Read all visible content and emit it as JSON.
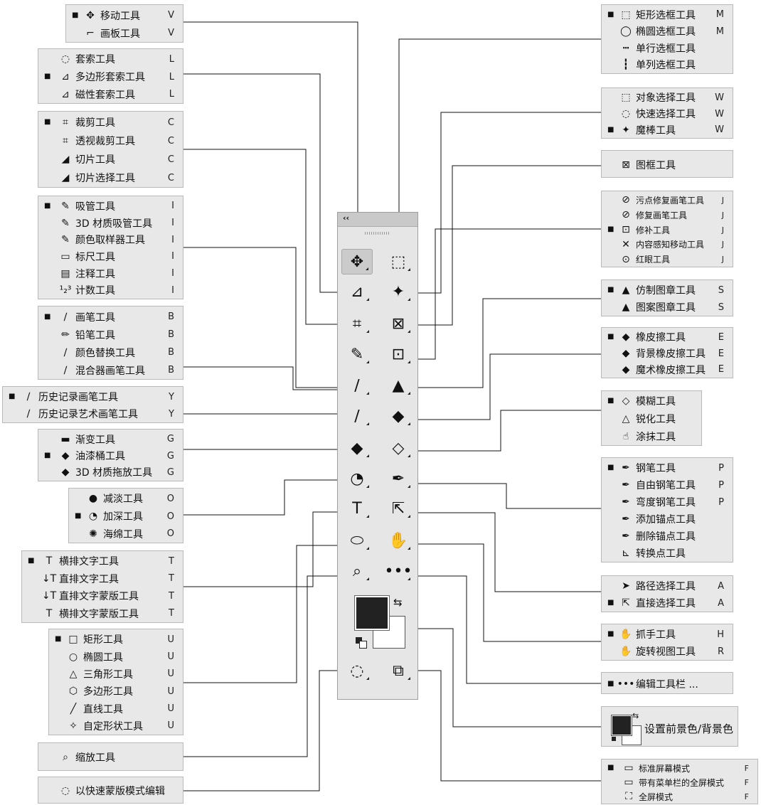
{
  "groups": {
    "move": {
      "items": [
        {
          "icon": "✥",
          "label": "移动工具",
          "key": "V",
          "active": true
        },
        {
          "icon": "⌐",
          "label": "画板工具",
          "key": "V"
        }
      ]
    },
    "lasso": {
      "items": [
        {
          "icon": "◌",
          "label": "套索工具",
          "key": "L"
        },
        {
          "icon": "⊿",
          "label": "多边形套索工具",
          "key": "L",
          "active": true
        },
        {
          "icon": "⊿",
          "label": "磁性套索工具",
          "key": "L"
        }
      ]
    },
    "crop": {
      "items": [
        {
          "icon": "⌗",
          "label": "裁剪工具",
          "key": "C",
          "active": true
        },
        {
          "icon": "⌗",
          "label": "透视裁剪工具",
          "key": "C"
        },
        {
          "icon": "◢",
          "label": "切片工具",
          "key": "C"
        },
        {
          "icon": "◢",
          "label": "切片选择工具",
          "key": "C"
        }
      ]
    },
    "eyedrop": {
      "items": [
        {
          "icon": "✎",
          "label": "吸管工具",
          "key": "I",
          "active": true
        },
        {
          "icon": "✎",
          "label": "3D 材质吸管工具",
          "key": "I"
        },
        {
          "icon": "✎",
          "label": "颜色取样器工具",
          "key": "I"
        },
        {
          "icon": "▭",
          "label": "标尺工具",
          "key": "I"
        },
        {
          "icon": "▤",
          "label": "注释工具",
          "key": "I"
        },
        {
          "icon": "¹₂³",
          "label": "计数工具",
          "key": "I"
        }
      ]
    },
    "brush": {
      "items": [
        {
          "icon": "∕",
          "label": "画笔工具",
          "key": "B",
          "active": true
        },
        {
          "icon": "✏",
          "label": "铅笔工具",
          "key": "B"
        },
        {
          "icon": "∕",
          "label": "颜色替换工具",
          "key": "B"
        },
        {
          "icon": "∕",
          "label": "混合器画笔工具",
          "key": "B"
        }
      ]
    },
    "history": {
      "items": [
        {
          "icon": "∕",
          "label": "历史记录画笔工具",
          "key": "Y",
          "active": true
        },
        {
          "icon": "∕",
          "label": "历史记录艺术画笔工具",
          "key": "Y"
        }
      ]
    },
    "gradient": {
      "items": [
        {
          "icon": "▬",
          "label": "渐变工具",
          "key": "G"
        },
        {
          "icon": "◆",
          "label": "油漆桶工具",
          "key": "G",
          "active": true
        },
        {
          "icon": "◆",
          "label": "3D 材质拖放工具",
          "key": "G"
        }
      ]
    },
    "dodge": {
      "items": [
        {
          "icon": "●",
          "label": "减淡工具",
          "key": "O"
        },
        {
          "icon": "◔",
          "label": "加深工具",
          "key": "O",
          "active": true
        },
        {
          "icon": "✺",
          "label": "海绵工具",
          "key": "O"
        }
      ]
    },
    "type": {
      "items": [
        {
          "icon": "T",
          "label": "横排文字工具",
          "key": "T",
          "active": true
        },
        {
          "icon": "↓T",
          "label": "直排文字工具",
          "key": "T"
        },
        {
          "icon": "↓T",
          "label": "直排文字蒙版工具",
          "key": "T"
        },
        {
          "icon": "T",
          "label": "横排文字蒙版工具",
          "key": "T"
        }
      ]
    },
    "shape": {
      "items": [
        {
          "icon": "□",
          "label": "矩形工具",
          "key": "U",
          "active": true
        },
        {
          "icon": "○",
          "label": "椭圆工具",
          "key": "U"
        },
        {
          "icon": "△",
          "label": "三角形工具",
          "key": "U"
        },
        {
          "icon": "⬡",
          "label": "多边形工具",
          "key": "U"
        },
        {
          "icon": "╱",
          "label": "直线工具",
          "key": "U"
        },
        {
          "icon": "✧",
          "label": "自定形状工具",
          "key": "U"
        }
      ]
    },
    "zoom": {
      "items": [
        {
          "icon": "⌕",
          "label": "缩放工具"
        }
      ]
    },
    "qmask": {
      "items": [
        {
          "icon": "◌",
          "label": "以快速蒙版模式编辑"
        }
      ]
    },
    "marquee": {
      "items": [
        {
          "icon": "⬚",
          "label": "矩形选框工具",
          "key": "M",
          "active": true
        },
        {
          "icon": "◯",
          "label": "椭圆选框工具",
          "key": "M"
        },
        {
          "icon": "┅",
          "label": "单行选框工具"
        },
        {
          "icon": "┇",
          "label": "单列选框工具"
        }
      ]
    },
    "select": {
      "items": [
        {
          "icon": "⬚",
          "label": "对象选择工具",
          "key": "W"
        },
        {
          "icon": "◌",
          "label": "快速选择工具",
          "key": "W"
        },
        {
          "icon": "✦",
          "label": "魔棒工具",
          "key": "W",
          "active": true
        }
      ]
    },
    "frame": {
      "items": [
        {
          "icon": "⊠",
          "label": "图框工具"
        }
      ]
    },
    "heal": {
      "items": [
        {
          "icon": "⊘",
          "label": "污点修复画笔工具",
          "key": "J"
        },
        {
          "icon": "⊘",
          "label": "修复画笔工具",
          "key": "J"
        },
        {
          "icon": "⊡",
          "label": "修补工具",
          "key": "J",
          "active": true
        },
        {
          "icon": "✕",
          "label": "内容感知移动工具",
          "key": "J"
        },
        {
          "icon": "⊙",
          "label": "红眼工具",
          "key": "J"
        }
      ]
    },
    "stamp": {
      "items": [
        {
          "icon": "▲",
          "label": "仿制图章工具",
          "key": "S",
          "active": true
        },
        {
          "icon": "▲",
          "label": "图案图章工具",
          "key": "S"
        }
      ]
    },
    "eraser": {
      "items": [
        {
          "icon": "◆",
          "label": "橡皮擦工具",
          "key": "E",
          "active": true
        },
        {
          "icon": "◆",
          "label": "背景橡皮擦工具",
          "key": "E"
        },
        {
          "icon": "◆",
          "label": "魔术橡皮擦工具",
          "key": "E"
        }
      ]
    },
    "blur": {
      "items": [
        {
          "icon": "◇",
          "label": "模糊工具",
          "active": true
        },
        {
          "icon": "△",
          "label": "锐化工具"
        },
        {
          "icon": "☝",
          "label": "涂抹工具"
        }
      ]
    },
    "pen": {
      "items": [
        {
          "icon": "✒",
          "label": "钢笔工具",
          "key": "P",
          "active": true
        },
        {
          "icon": "✒",
          "label": "自由钢笔工具",
          "key": "P"
        },
        {
          "icon": "✒",
          "label": "弯度钢笔工具",
          "key": "P"
        },
        {
          "icon": "✒",
          "label": "添加锚点工具"
        },
        {
          "icon": "✒",
          "label": "删除锚点工具"
        },
        {
          "icon": "⊾",
          "label": "转换点工具"
        }
      ]
    },
    "path": {
      "items": [
        {
          "icon": "➤",
          "label": "路径选择工具",
          "key": "A"
        },
        {
          "icon": "⇱",
          "label": "直接选择工具",
          "key": "A",
          "active": true
        }
      ]
    },
    "hand": {
      "items": [
        {
          "icon": "✋",
          "label": "抓手工具",
          "key": "H",
          "active": true
        },
        {
          "icon": "✋",
          "label": "旋转视图工具",
          "key": "R"
        }
      ]
    },
    "edit": {
      "items": [
        {
          "icon": "•••",
          "label": "编辑工具栏 ...",
          "active": true
        }
      ]
    },
    "colors": {
      "label": "设置前景色/背景色"
    },
    "screen": {
      "items": [
        {
          "icon": "▭",
          "label": "标准屏幕模式",
          "key": "F",
          "active": true
        },
        {
          "icon": "▭",
          "label": "带有菜单栏的全屏模式",
          "key": "F"
        },
        {
          "icon": "⛶",
          "label": "全屏模式",
          "key": "F"
        }
      ]
    }
  },
  "toolbar": {
    "collapse_label": "‹‹",
    "tools": [
      {
        "icon": "✥"
      },
      {
        "icon": "⬚"
      },
      {
        "icon": "⊿"
      },
      {
        "icon": "✦"
      },
      {
        "icon": "⌗"
      },
      {
        "icon": "⊠"
      },
      {
        "icon": "✎"
      },
      {
        "icon": "⊡"
      },
      {
        "icon": "∕"
      },
      {
        "icon": "▲"
      },
      {
        "icon": "∕"
      },
      {
        "icon": "◆"
      },
      {
        "icon": "◆"
      },
      {
        "icon": "◇"
      },
      {
        "icon": "◔"
      },
      {
        "icon": "✒"
      },
      {
        "icon": "T"
      },
      {
        "icon": "⇱"
      },
      {
        "icon": "⬭"
      },
      {
        "icon": "✋"
      },
      {
        "icon": "⌕"
      },
      {
        "icon": "•••"
      },
      {
        "icon": "◌"
      },
      {
        "icon": "⧉"
      }
    ],
    "swap_icon": "⇆"
  }
}
